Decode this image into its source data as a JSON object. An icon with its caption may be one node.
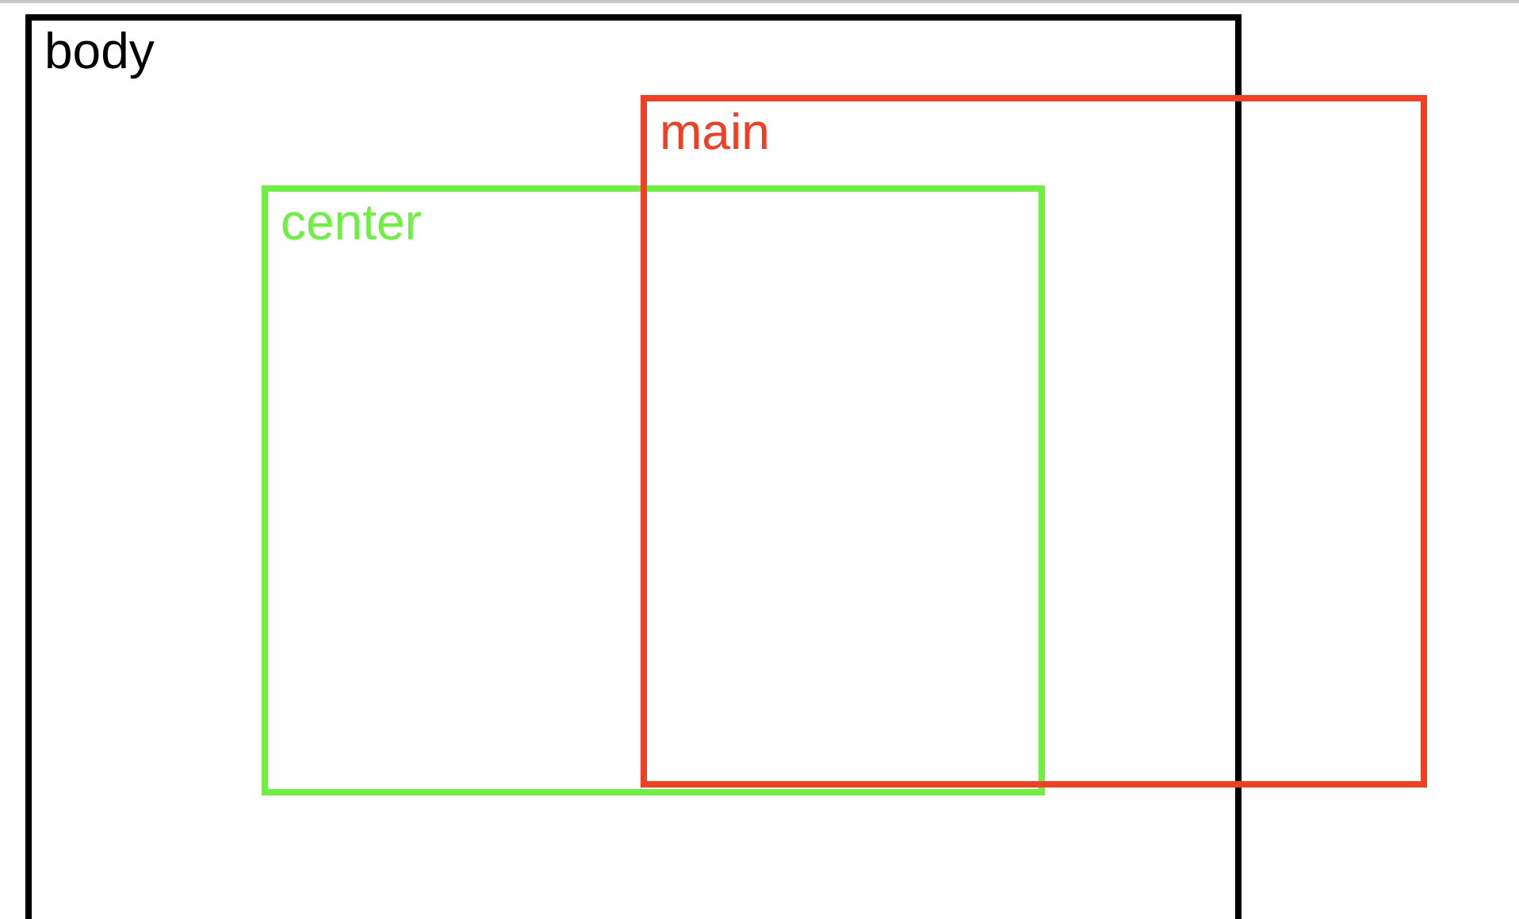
{
  "diagram": {
    "nodes": [
      {
        "text": [
          "body"
        ]
      },
      {
        "text": [
          "main"
        ]
      },
      {
        "text": [
          "center"
        ],
        "in": 0
      }
    ]
  }
}
